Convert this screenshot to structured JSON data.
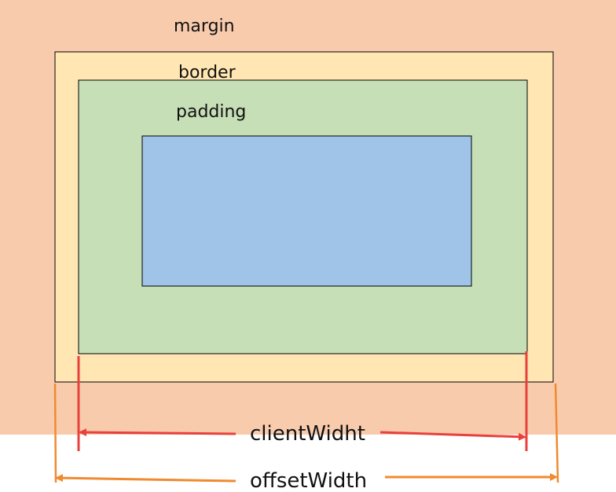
{
  "diagram": {
    "labels": {
      "margin": "margin",
      "border": "border",
      "padding": "padding",
      "client_width": "clientWidht",
      "offset_width": "offsetWidth"
    },
    "colors": {
      "margin": "#f9cbad",
      "border": "#ffe6b3",
      "padding": "#c6dfb6",
      "content": "#9fc4e8",
      "client_width_marker": "#e8413c",
      "offset_width_marker": "#f08a30"
    }
  }
}
